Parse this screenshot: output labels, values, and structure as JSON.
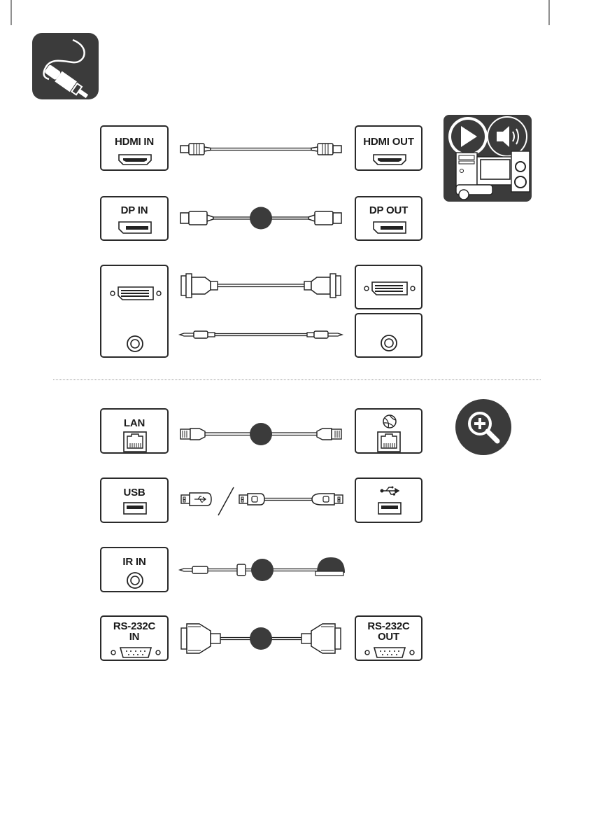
{
  "ports": {
    "hdmi_in": "HDMI IN",
    "hdmi_out": "HDMI OUT",
    "dp_in": "DP IN",
    "dp_out": "DP OUT",
    "lan": "LAN",
    "usb": "USB",
    "ir_in": "IR IN",
    "rs232c_in": "RS-232C\nIN",
    "rs232c_out": "RS-232C\nOUT"
  },
  "icons": {
    "connection": "cable-plug-icon",
    "media_devices": "av-devices-icon",
    "zoom": "zoom-in-icon",
    "network": "globe-icon",
    "usb_symbol": "usb-symbol-icon"
  }
}
